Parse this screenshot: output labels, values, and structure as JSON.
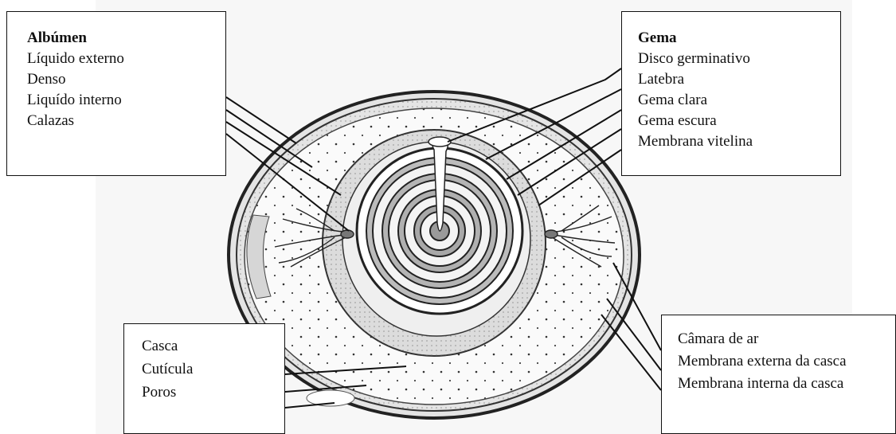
{
  "labels": {
    "albumen": {
      "title": "Albúmen",
      "items": [
        "Líquido externo",
        "Denso",
        "Liquído interno",
        "Calazas"
      ]
    },
    "gema": {
      "title": "Gema",
      "items": [
        "Disco germinativo",
        "Latebra",
        "Gema clara",
        "Gema escura",
        "Membrana vitelina"
      ]
    },
    "casca": {
      "items": [
        "Casca",
        "Cutícula",
        "Poros"
      ]
    },
    "camara": {
      "items": [
        "Câmara de ar",
        "Membrana externa da casca",
        "Membrana interna da casca"
      ]
    }
  }
}
